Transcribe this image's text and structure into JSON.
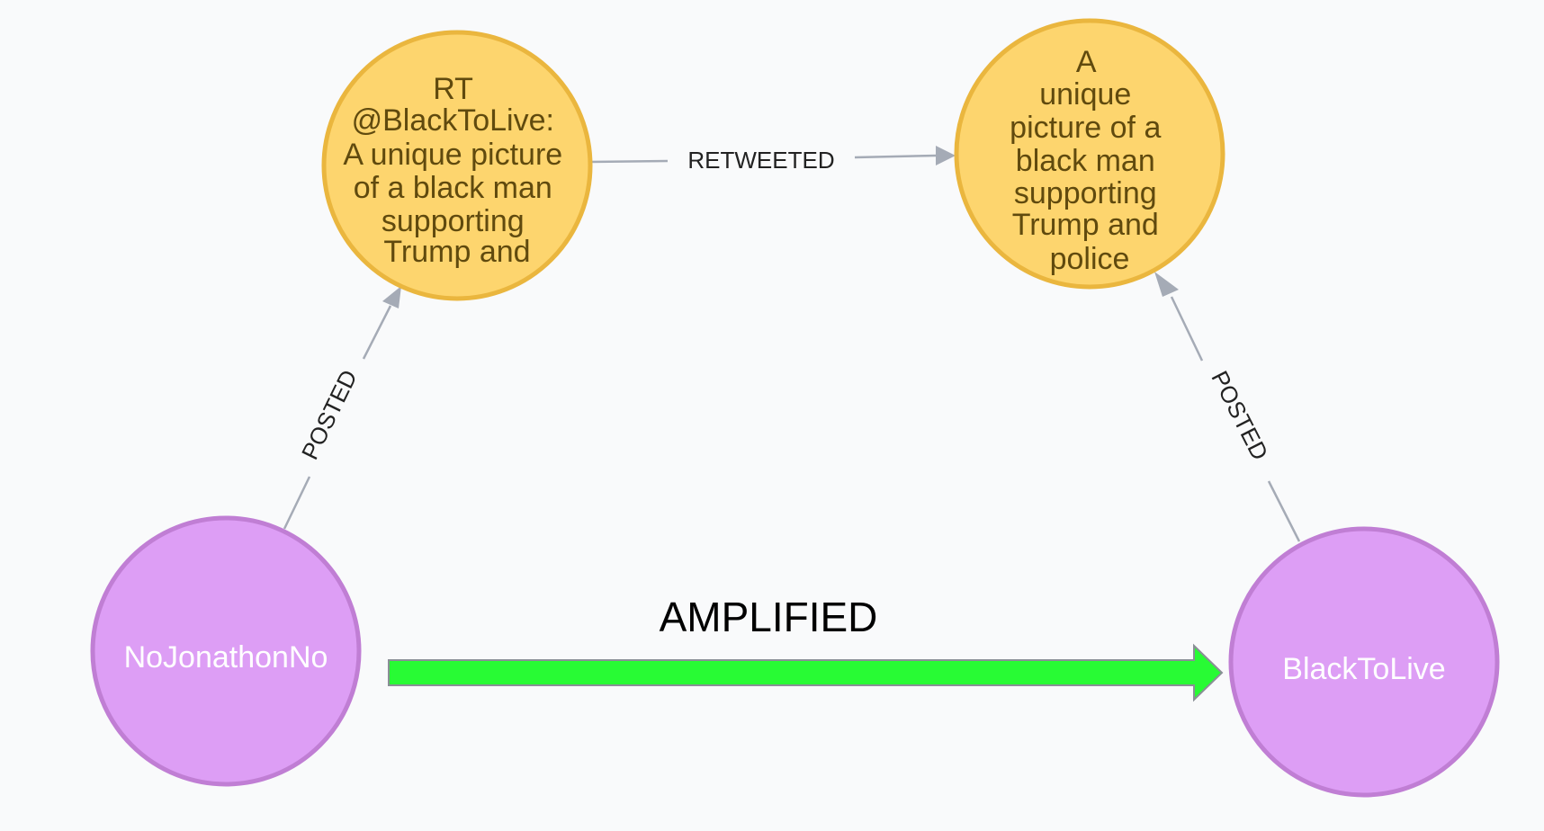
{
  "colors": {
    "tweet_fill": "#fdd56e",
    "tweet_stroke": "#eab63e",
    "tweet_text": "#604a0e",
    "user_fill": "#dd9ef5",
    "user_stroke": "#c07ed4",
    "user_text": "#ffffff",
    "edge": "#a5abb6",
    "amplified_fill": "#28fb34",
    "amplified_stroke": "#8a8f96"
  },
  "nodes": {
    "retweet": {
      "lines": [
        "RT",
        "@BlackToLive:",
        "A unique picture",
        "of a black man",
        "supporting",
        "Trump and"
      ]
    },
    "original": {
      "lines": [
        "A",
        "unique",
        "picture of a",
        "black man",
        "supporting",
        "Trump and",
        "police"
      ]
    },
    "user_left": {
      "label": "NoJonathonNo"
    },
    "user_right": {
      "label": "BlackToLive"
    }
  },
  "edges": {
    "retweeted": {
      "label": "RETWEETED"
    },
    "posted_left": {
      "label": "POSTED"
    },
    "posted_right": {
      "label": "POSTED"
    }
  },
  "amplified": {
    "label": "AMPLIFIED"
  }
}
